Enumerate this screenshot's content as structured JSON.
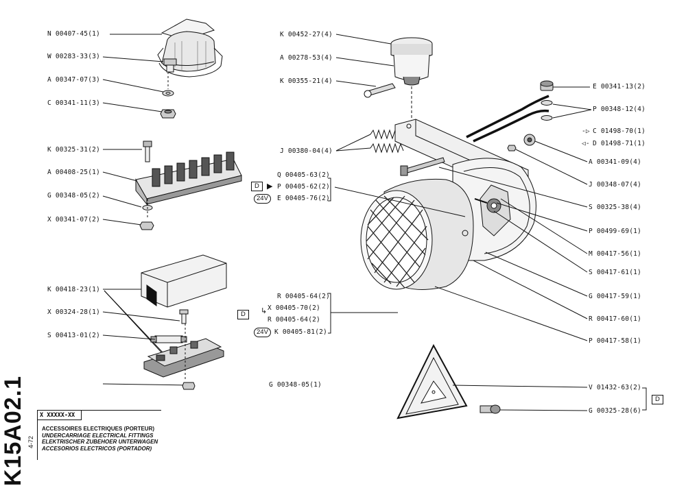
{
  "sheet": {
    "code": "K15A02.1",
    "date": "4-72",
    "ref_box": "X XXXXX-XX",
    "titles": [
      "ACCESSOIRES ELECTRIQUES (PORTEUR)",
      "UNDERCARRIAGE ELECTRICAL FITTINGS",
      "ELEKTRISCHER ZUBEHOER UNTERWAGEN",
      "ACCESORIOS ELECTRICOS (PORTADOR)"
    ]
  },
  "labels": {
    "n0040745": "N 00407-45(1)",
    "w0028333": "W 00283-33(3)",
    "a0034707": "A 00347-07(3)",
    "c0034111": "C 00341-11(3)",
    "k0032531": "K 00325-31(2)",
    "a0040825": "A 00408-25(1)",
    "g0034805_2": "G 00348-05(2)",
    "x0034107": "X 00341-07(2)",
    "k0041823": "K 00418-23(1)",
    "x0032428": "X 00324-28(1)",
    "s0041301": "S 00413-01(2)",
    "g0034805_1": "G 00348-05(1)",
    "k0045227": "K 00452-27(4)",
    "a0027853": "A 00278-53(4)",
    "k0035521": "K 00355-21(4)",
    "j0038004": "J 00380-04(4)",
    "q0040563": "Q 00405-63(2)",
    "p0040562": "P 00405-62(2)",
    "e0040576": "E 00405-76(2)",
    "r0040564a": "R 00405-64(2)",
    "x0040570": "X 00405-70(2)",
    "r0040564b": "R 00405-64(2)",
    "k0040581": "K 00405-81(2)",
    "e0034113": "E 00341-13(2)",
    "p0034812": "P 00348-12(4)",
    "c0149870": "C 01498-70(1)",
    "d0149871": "D 01498-71(1)",
    "a0034109": "A 00341-09(4)",
    "j0034807": "J 00348-07(4)",
    "s0032538": "S 00325-38(4)",
    "p0049969": "P 00499-69(1)",
    "m0041756": "M 00417-56(1)",
    "s0041761": "S 00417-61(1)",
    "g0041759": "G 00417-59(1)",
    "r0041760": "R 00417-60(1)",
    "p0041758": "P 00417-58(1)",
    "v0143263": "V 01432-63(2)",
    "g0032528": "G 00325-28(6)"
  },
  "tags": {
    "d": "D",
    "v24": "24V"
  },
  "symbols": {
    "arrow_right": "▶",
    "arrow_split": "↳",
    "dir_c": "-▷",
    "dir_d": "◁-"
  }
}
